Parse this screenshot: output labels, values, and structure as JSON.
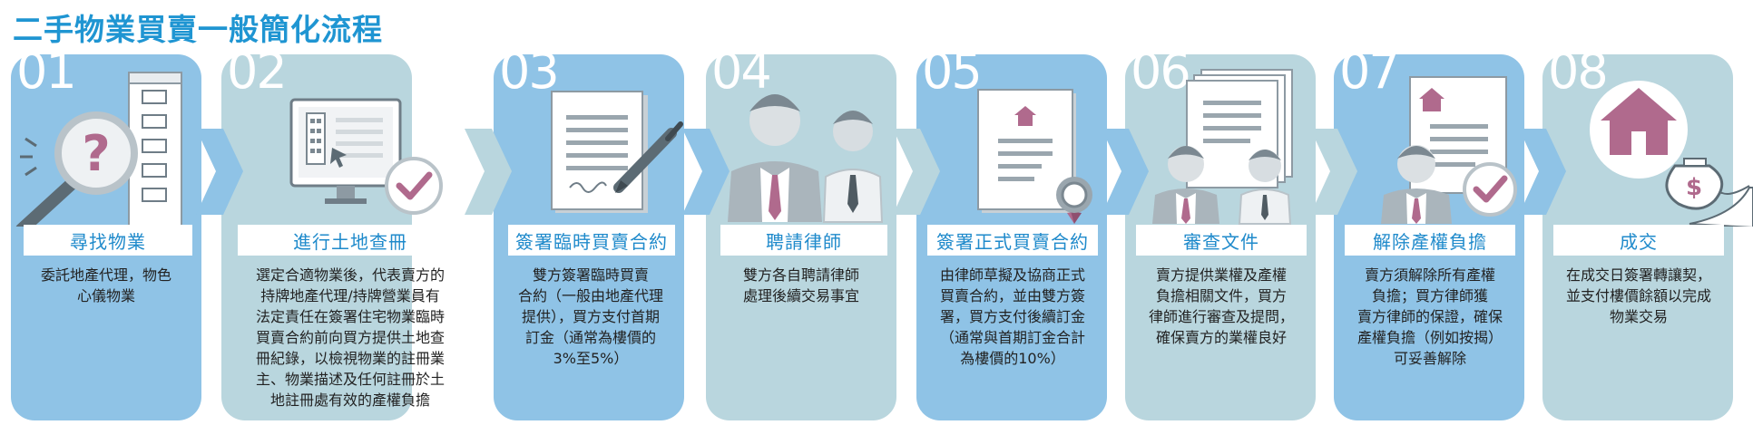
{
  "title": "二手物業買賣一般簡化流程",
  "steps": [
    {
      "num": "01",
      "label": "尋找物業",
      "desc": [
        "委託地產代理，物色",
        "心儀物業"
      ]
    },
    {
      "num": "02",
      "label": "進行土地查冊",
      "desc": [
        "選定合適物業後，代表賣方的",
        "持牌地產代理/持牌營業員有",
        "法定責任在簽署住宅物業臨時",
        "買賣合約前向買方提供土地查",
        "冊紀錄，以檢視物業的註冊業",
        "主、物業描述及任何註冊於土",
        "地註冊處有效的產權負擔"
      ]
    },
    {
      "num": "03",
      "label": "簽署臨時買賣合約",
      "desc": [
        "雙方簽署臨時買賣",
        "合約（一般由地產代理",
        "提供），買方支付首期",
        "訂金（通常為樓價的",
        "3%至5%）"
      ]
    },
    {
      "num": "04",
      "label": "聘請律師",
      "desc": [
        "雙方各自聘請律師",
        "處理後續交易事宜"
      ]
    },
    {
      "num": "05",
      "label": "簽署正式買賣合約",
      "desc": [
        "由律師草擬及協商正式",
        "買賣合約，並由雙方簽",
        "署，買方支付後續訂金",
        "（通常與首期訂金合計",
        "為樓價的10%）"
      ]
    },
    {
      "num": "06",
      "label": "審查文件",
      "desc": [
        "賣方提供業權及產權",
        "負擔相關文件，買方",
        "律師進行審查及提問，",
        "確保賣方的業權良好"
      ]
    },
    {
      "num": "07",
      "label": "解除產權負擔",
      "desc": [
        "賣方須解除所有產權",
        "負擔；買方律師獲",
        "賣方律師的保證，確保",
        "產權負擔（例如按揭）",
        "可妥善解除"
      ]
    },
    {
      "num": "08",
      "label": "成交",
      "desc": [
        "在成交日簽署轉讓契，",
        "並支付樓價餘額以完成",
        "物業交易"
      ]
    }
  ],
  "colors": {
    "title": "#1f95d2",
    "card_blue": "#8fc3e6",
    "card_grey": "#b9d6de",
    "label_text": "#1f8acb",
    "house": "#b06a8d"
  }
}
